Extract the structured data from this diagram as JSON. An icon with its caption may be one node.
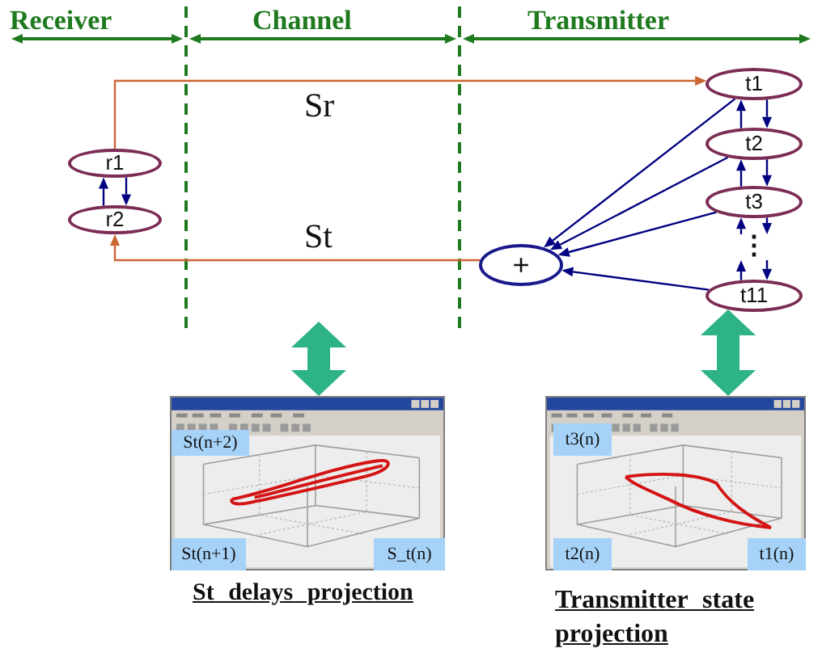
{
  "diagram": {
    "nodes": [
      {
        "text": [
          "r1"
        ]
      },
      {
        "text": [
          "r2"
        ]
      },
      {
        "text": [
          "t1"
        ]
      },
      {
        "text": [
          "t2"
        ]
      },
      {
        "text": [
          "t3"
        ]
      },
      {
        "text": [
          "⋮"
        ]
      },
      {
        "text": [
          "t11"
        ]
      },
      {
        "text": [
          "+"
        ]
      },
      {
        "text": [
          "St(n+2)",
          "St(n+1)",
          "S_t(n)"
        ],
        "beside": [
          "St delays projection"
        ]
      },
      {
        "text": [
          "t3(n)",
          "t2(n)",
          "t1(n)"
        ],
        "beside": [
          "Transmitter state projection"
        ]
      }
    ],
    "edges": [
      {
        "from": 0,
        "to": 2,
        "arrow": "to",
        "label": "Sr",
        "color": "#cc6633"
      },
      {
        "from": 1,
        "to": 0,
        "arrow": "to"
      },
      {
        "from": 0,
        "to": 1,
        "arrow": "to"
      },
      {
        "from": 3,
        "to": 2,
        "arrow": "to"
      },
      {
        "from": 2,
        "to": 3,
        "arrow": "to"
      },
      {
        "from": 4,
        "to": 3,
        "arrow": "to"
      },
      {
        "from": 3,
        "to": 4,
        "arrow": "to"
      },
      {
        "from": 5,
        "to": 4,
        "arrow": "to"
      },
      {
        "from": 4,
        "to": 5,
        "arrow": "to"
      },
      {
        "from": 6,
        "to": 5,
        "arrow": "to"
      },
      {
        "from": 5,
        "to": 6,
        "arrow": "to"
      },
      {
        "from": 2,
        "to": 7,
        "arrow": "to"
      },
      {
        "from": 3,
        "to": 7,
        "arrow": "to"
      },
      {
        "from": 4,
        "to": 7,
        "arrow": "to"
      },
      {
        "from": 6,
        "to": 7,
        "arrow": "to"
      },
      {
        "from": 7,
        "to": 1,
        "arrow": "to",
        "label": "St",
        "color": "#cc6633"
      },
      {
        "from": null,
        "to": 8,
        "arrow": "both",
        "style": "thick",
        "color": "#2db386"
      },
      {
        "from": 6,
        "to": 9,
        "arrow": "both",
        "style": "thick",
        "color": "#2db386"
      }
    ],
    "labels": [
      "Receiver",
      "Channel",
      "Transmitter"
    ]
  }
}
